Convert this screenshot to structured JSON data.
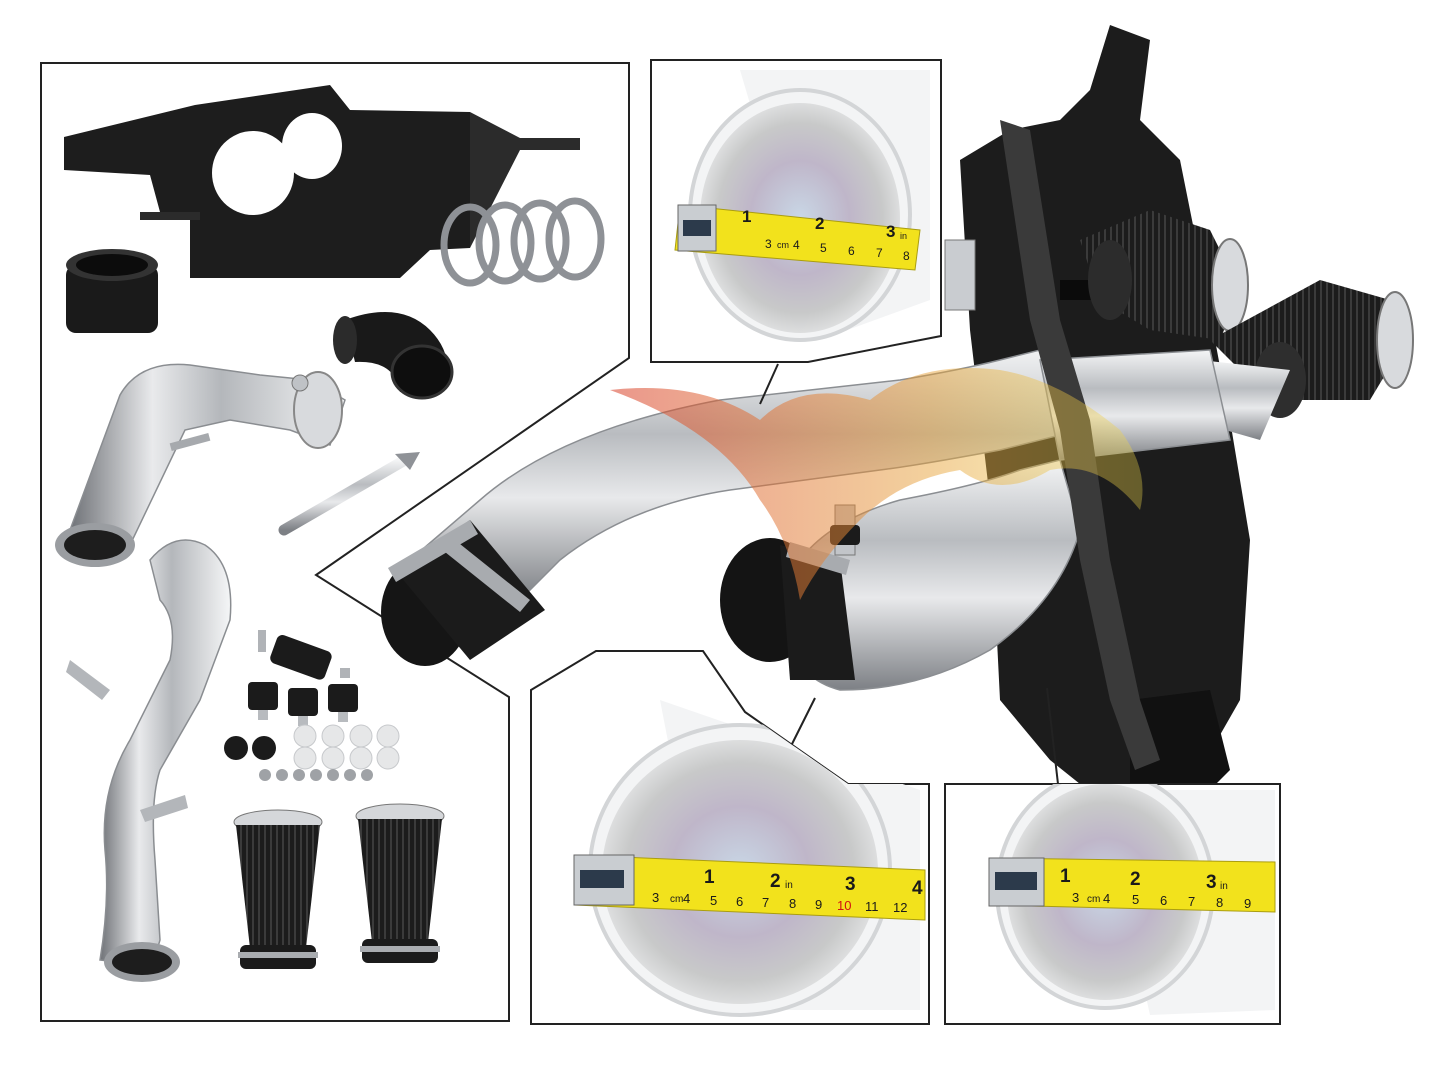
{
  "photo": {
    "subject": "cold air intake kit with dual filters, heat shield and pipe measurement close-ups",
    "colors": {
      "background": "#ffffff",
      "chrome": "#c8cbcf",
      "black_part": "#1b1b1b",
      "tape_yellow": "#f2e21c",
      "panel_border": "#222222"
    }
  },
  "tapes": {
    "top": {
      "inch_marks": [
        "1",
        "2",
        "3"
      ],
      "inch_unit": "in",
      "cm_unit": "cm",
      "cm_marks": [
        "3",
        "4",
        "5",
        "6",
        "7",
        "8"
      ]
    },
    "bottom_left": {
      "inch_marks": [
        "1",
        "2",
        "3",
        "4"
      ],
      "inch_unit": "in",
      "cm_unit": "cm",
      "cm_marks": [
        "3",
        "4",
        "5",
        "6",
        "7",
        "8",
        "9",
        "10",
        "11",
        "12"
      ],
      "highlight_mark": "10"
    },
    "bottom_right": {
      "inch_marks": [
        "1",
        "2",
        "3"
      ],
      "inch_unit": "in",
      "cm_unit": "cm",
      "cm_marks": [
        "3",
        "4",
        "5",
        "6",
        "7",
        "8",
        "9"
      ]
    }
  }
}
